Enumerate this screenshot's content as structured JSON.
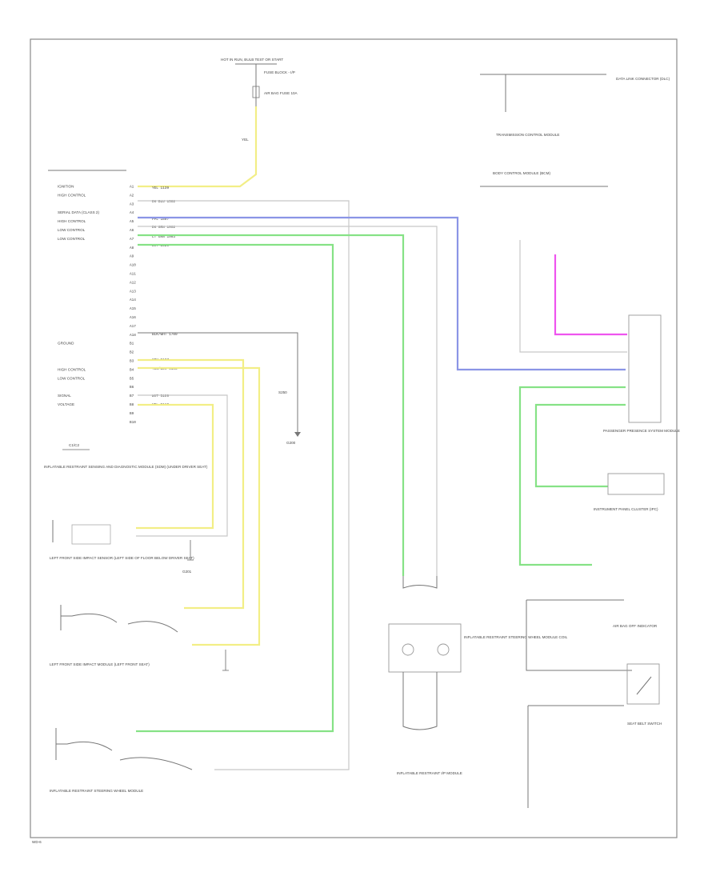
{
  "module": {
    "pin_labels": [
      "IGNITION",
      "HIGH CONTROL",
      "",
      "SERIAL DATA (CLASS 2)",
      "HIGH CONTROL",
      "LOW CONTROL",
      "LOW CONTROL",
      "",
      "",
      "",
      "",
      "",
      "",
      "",
      "",
      "",
      "",
      "",
      "GROUND",
      "",
      "",
      "HIGH CONTROL",
      "LOW CONTROL",
      "",
      "SIGNAL",
      "VOLTAGE",
      "",
      ""
    ],
    "pins": [
      "A1",
      "A2",
      "A3",
      "A4",
      "A5",
      "A6",
      "A7",
      "A8",
      "A9",
      "A10",
      "A11",
      "A12",
      "A13",
      "A14",
      "A15",
      "A16",
      "A17",
      "A18",
      "B1",
      "B2",
      "B3",
      "B4",
      "B5",
      "B6",
      "B7",
      "B8",
      "B9",
      "B10"
    ],
    "label": "INFLATABLE RESTRAINT SENSING AND DIAGNOSTIC MODULE (SDM) (UNDER DRIVER SEAT)",
    "label_top": "C1/C2"
  },
  "fuse": {
    "label": "HOT IN RUN, BULB TEST OR START",
    "fuse_name": "FUSE BLOCK - I/P",
    "fuse_id": "AIR BAG FUSE 10A",
    "wire": "YEL"
  },
  "wires": {
    "ign": "YEL 1139",
    "hi_ctrl": "DK BLU 1502",
    "serial": "PPL 1807",
    "hi2": "DK GRN 1902",
    "lo2": "LT GRN 1903",
    "lo3": "WHT 1920",
    "gnd": "BLK/WHT 1700",
    "sidehi": "GRY 5107",
    "sidelo": "YEL/BLK 5108",
    "sig": "WHT 5109",
    "volt": "YEL 5110"
  },
  "components": {
    "splice": "S250",
    "g_label": "G200",
    "g_label2": "G201",
    "left_side_sensor": "LEFT FRONT SIDE IMPACT SENSOR (LEFT SIDE OF FLOOR BELOW DRIVER SEAT)",
    "left_side_airbag": "LEFT FRONT SIDE IMPACT MODULE (LEFT FRONT SEAT)",
    "driver_airbag": "INFLATABLE RESTRAINT STEERING WHEEL MODULE",
    "pass_airbag": "INFLATABLE RESTRAINT I/P MODULE",
    "coil": "INFLATABLE RESTRAINT STEERING WHEEL MODULE COIL",
    "pass_switch": "PASSENGER PRESENCE SYSTEM MODULE",
    "dlc": "DATA LINK CONNECTOR (DLC)",
    "tcm": "TRANSMISSION CONTROL MODULE",
    "bcm": "BODY CONTROL MODULE (BCM)",
    "ipc": "INSTRUMENT PANEL CLUSTER (IPC)",
    "seat_belt": "SEAT BELT SWITCH",
    "passenger_module": "AIR BAG OFF INDICATOR"
  },
  "footer": "WD-6",
  "colors": {
    "yellow": "#f2ee86",
    "green": "#86e286",
    "blue": "#8b95e6",
    "magenta": "#ee54ee",
    "gray": "#c8c8c8"
  }
}
